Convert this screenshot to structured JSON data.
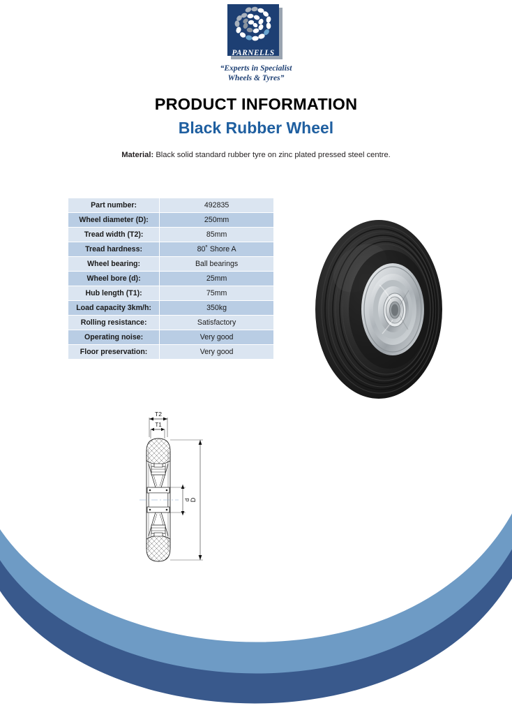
{
  "brand": {
    "logo_word": "PARNELLS",
    "tagline_line1": "“Experts in Specialist",
    "tagline_line2": "Wheels & Tyres”",
    "logo_bg": "#1d3f73",
    "tagline_color": "#1d3f73"
  },
  "header": {
    "title": "PRODUCT INFORMATION",
    "product_name": "Black Rubber Wheel",
    "product_name_color": "#1f5fa0",
    "material_label": "Material:",
    "material_text": "Black solid standard rubber tyre on zinc plated pressed steel centre."
  },
  "spec_table": {
    "row_color_odd": "#dbe5f1",
    "row_color_even": "#b9cde4",
    "rows": [
      {
        "label": "Part number:",
        "value": "492835"
      },
      {
        "label": "Wheel diameter (D):",
        "value": "250mm"
      },
      {
        "label": "Tread width (T2):",
        "value": "85mm"
      },
      {
        "label": "Tread hardness:",
        "value": "80˚ Shore A"
      },
      {
        "label": "Wheel bearing:",
        "value": "Ball bearings"
      },
      {
        "label": "Wheel bore (d):",
        "value": "25mm"
      },
      {
        "label": "Hub length (T1):",
        "value": "75mm"
      },
      {
        "label": "Load capacity 3km/h:",
        "value": "350kg"
      },
      {
        "label": "Rolling resistance:",
        "value": "Satisfactory"
      },
      {
        "label": "Operating noise:",
        "value": "Very good"
      },
      {
        "label": "Floor preservation:",
        "value": "Very good"
      }
    ]
  },
  "product_photo": {
    "description": "black rubber tyre with ribbed tread on zinc plated pressed steel centre, angled view",
    "tyre_color": "#1c1c1c",
    "hub_color": "#c9cdd0"
  },
  "technical_drawing": {
    "description": "cross-section of wheel showing tread, hub and bearings",
    "dimension_labels": {
      "tread_width": "T2",
      "hub_length": "T1",
      "wheel_diameter": "D",
      "wheel_bore": "d"
    }
  },
  "decoration": {
    "swoosh_light": "#6e9bc5",
    "swoosh_dark": "#39598c"
  }
}
